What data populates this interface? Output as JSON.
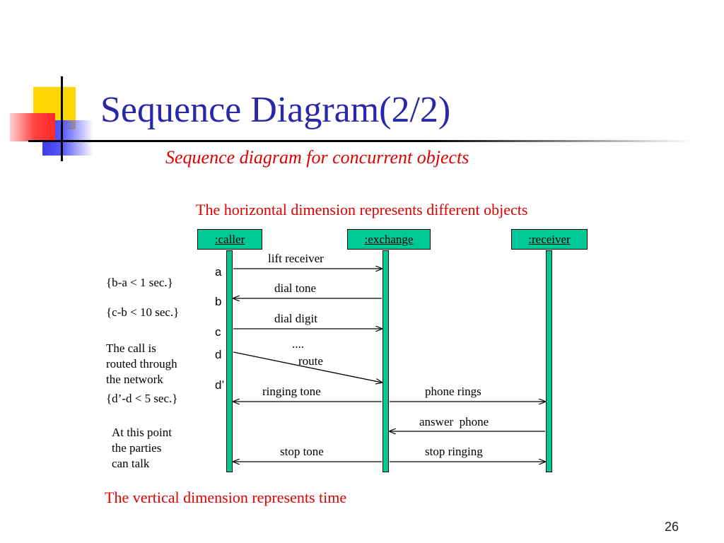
{
  "slide": {
    "title": "Sequence Diagram(2/2)",
    "subtitle": "Sequence diagram for concurrent objects",
    "horizontal_note": "The horizontal dimension represents different objects",
    "vertical_note": "The vertical dimension represents time",
    "page_number": "26"
  },
  "objects": [
    ":caller",
    ":exchange",
    ":receiver"
  ],
  "messages": {
    "lift_receiver": "lift receiver",
    "dial_tone": "dial tone",
    "dial_digit": "dial digit",
    "dots": "....",
    "route": "route",
    "ringing_tone": "ringing tone",
    "phone_rings": "phone rings",
    "answer_phone": "answer  phone",
    "stop_tone": "stop tone",
    "stop_ringing": "stop ringing"
  },
  "time_labels": [
    "a",
    "b",
    "c",
    "d",
    "d’"
  ],
  "constraints": {
    "ba": "{b-a < 1 sec.}",
    "cb": "{c-b < 10 sec.}",
    "dd": "{d’-d < 5 sec.}"
  },
  "notes": {
    "routed": [
      "The call is",
      "routed through",
      "the network"
    ],
    "talk": [
      "At this point",
      "the parties",
      "can talk"
    ]
  },
  "colors": {
    "title": "#2828a8",
    "accent_red": "#e00000",
    "object_fill": "#00c896"
  }
}
